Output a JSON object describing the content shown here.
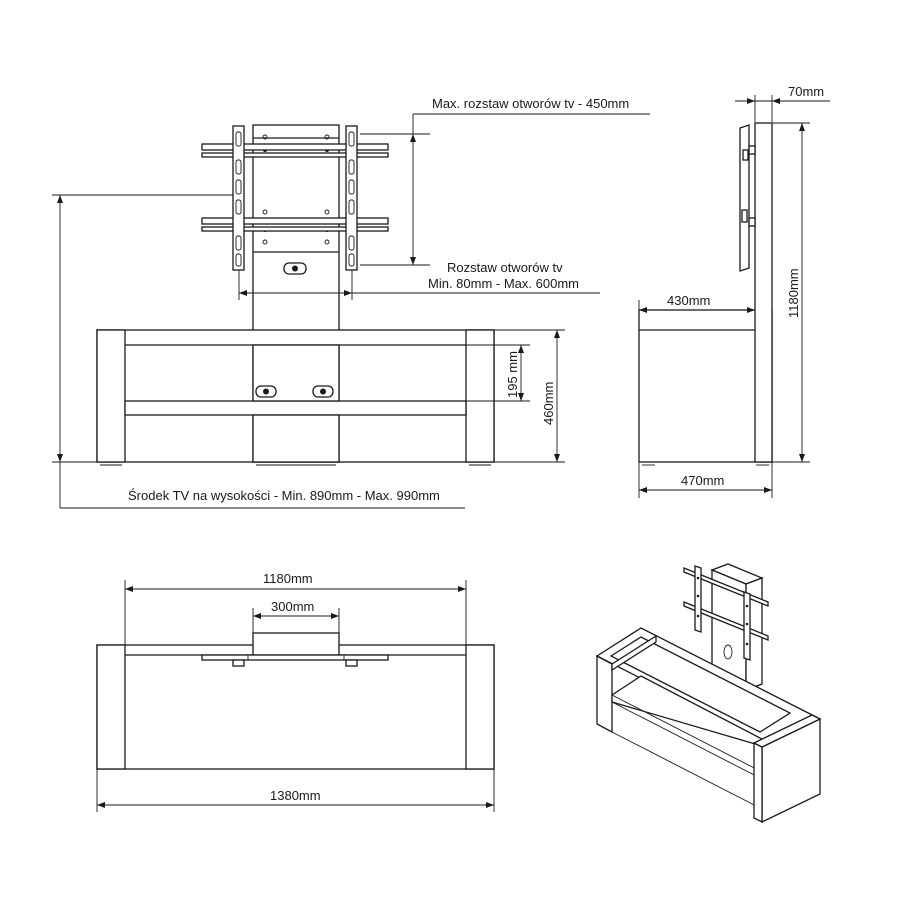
{
  "front_view": {
    "max_hole_spacing_label": "Max. rozstaw otworów tv - 450mm",
    "hole_spacing_line1": "Rozstaw otworów tv",
    "hole_spacing_line2": "Min. 80mm - Max. 600mm",
    "shelf_gap": "195 mm",
    "cabinet_height": "460mm",
    "tv_center_height": "Środek TV na wysokości - Min. 890mm - Max. 990mm"
  },
  "side_view": {
    "column_depth": "70mm",
    "total_height": "1180mm",
    "inner_depth": "430mm",
    "outer_depth": "470mm"
  },
  "top_view": {
    "inner_width": "1180mm",
    "column_width": "300mm",
    "total_width": "1380mm"
  }
}
